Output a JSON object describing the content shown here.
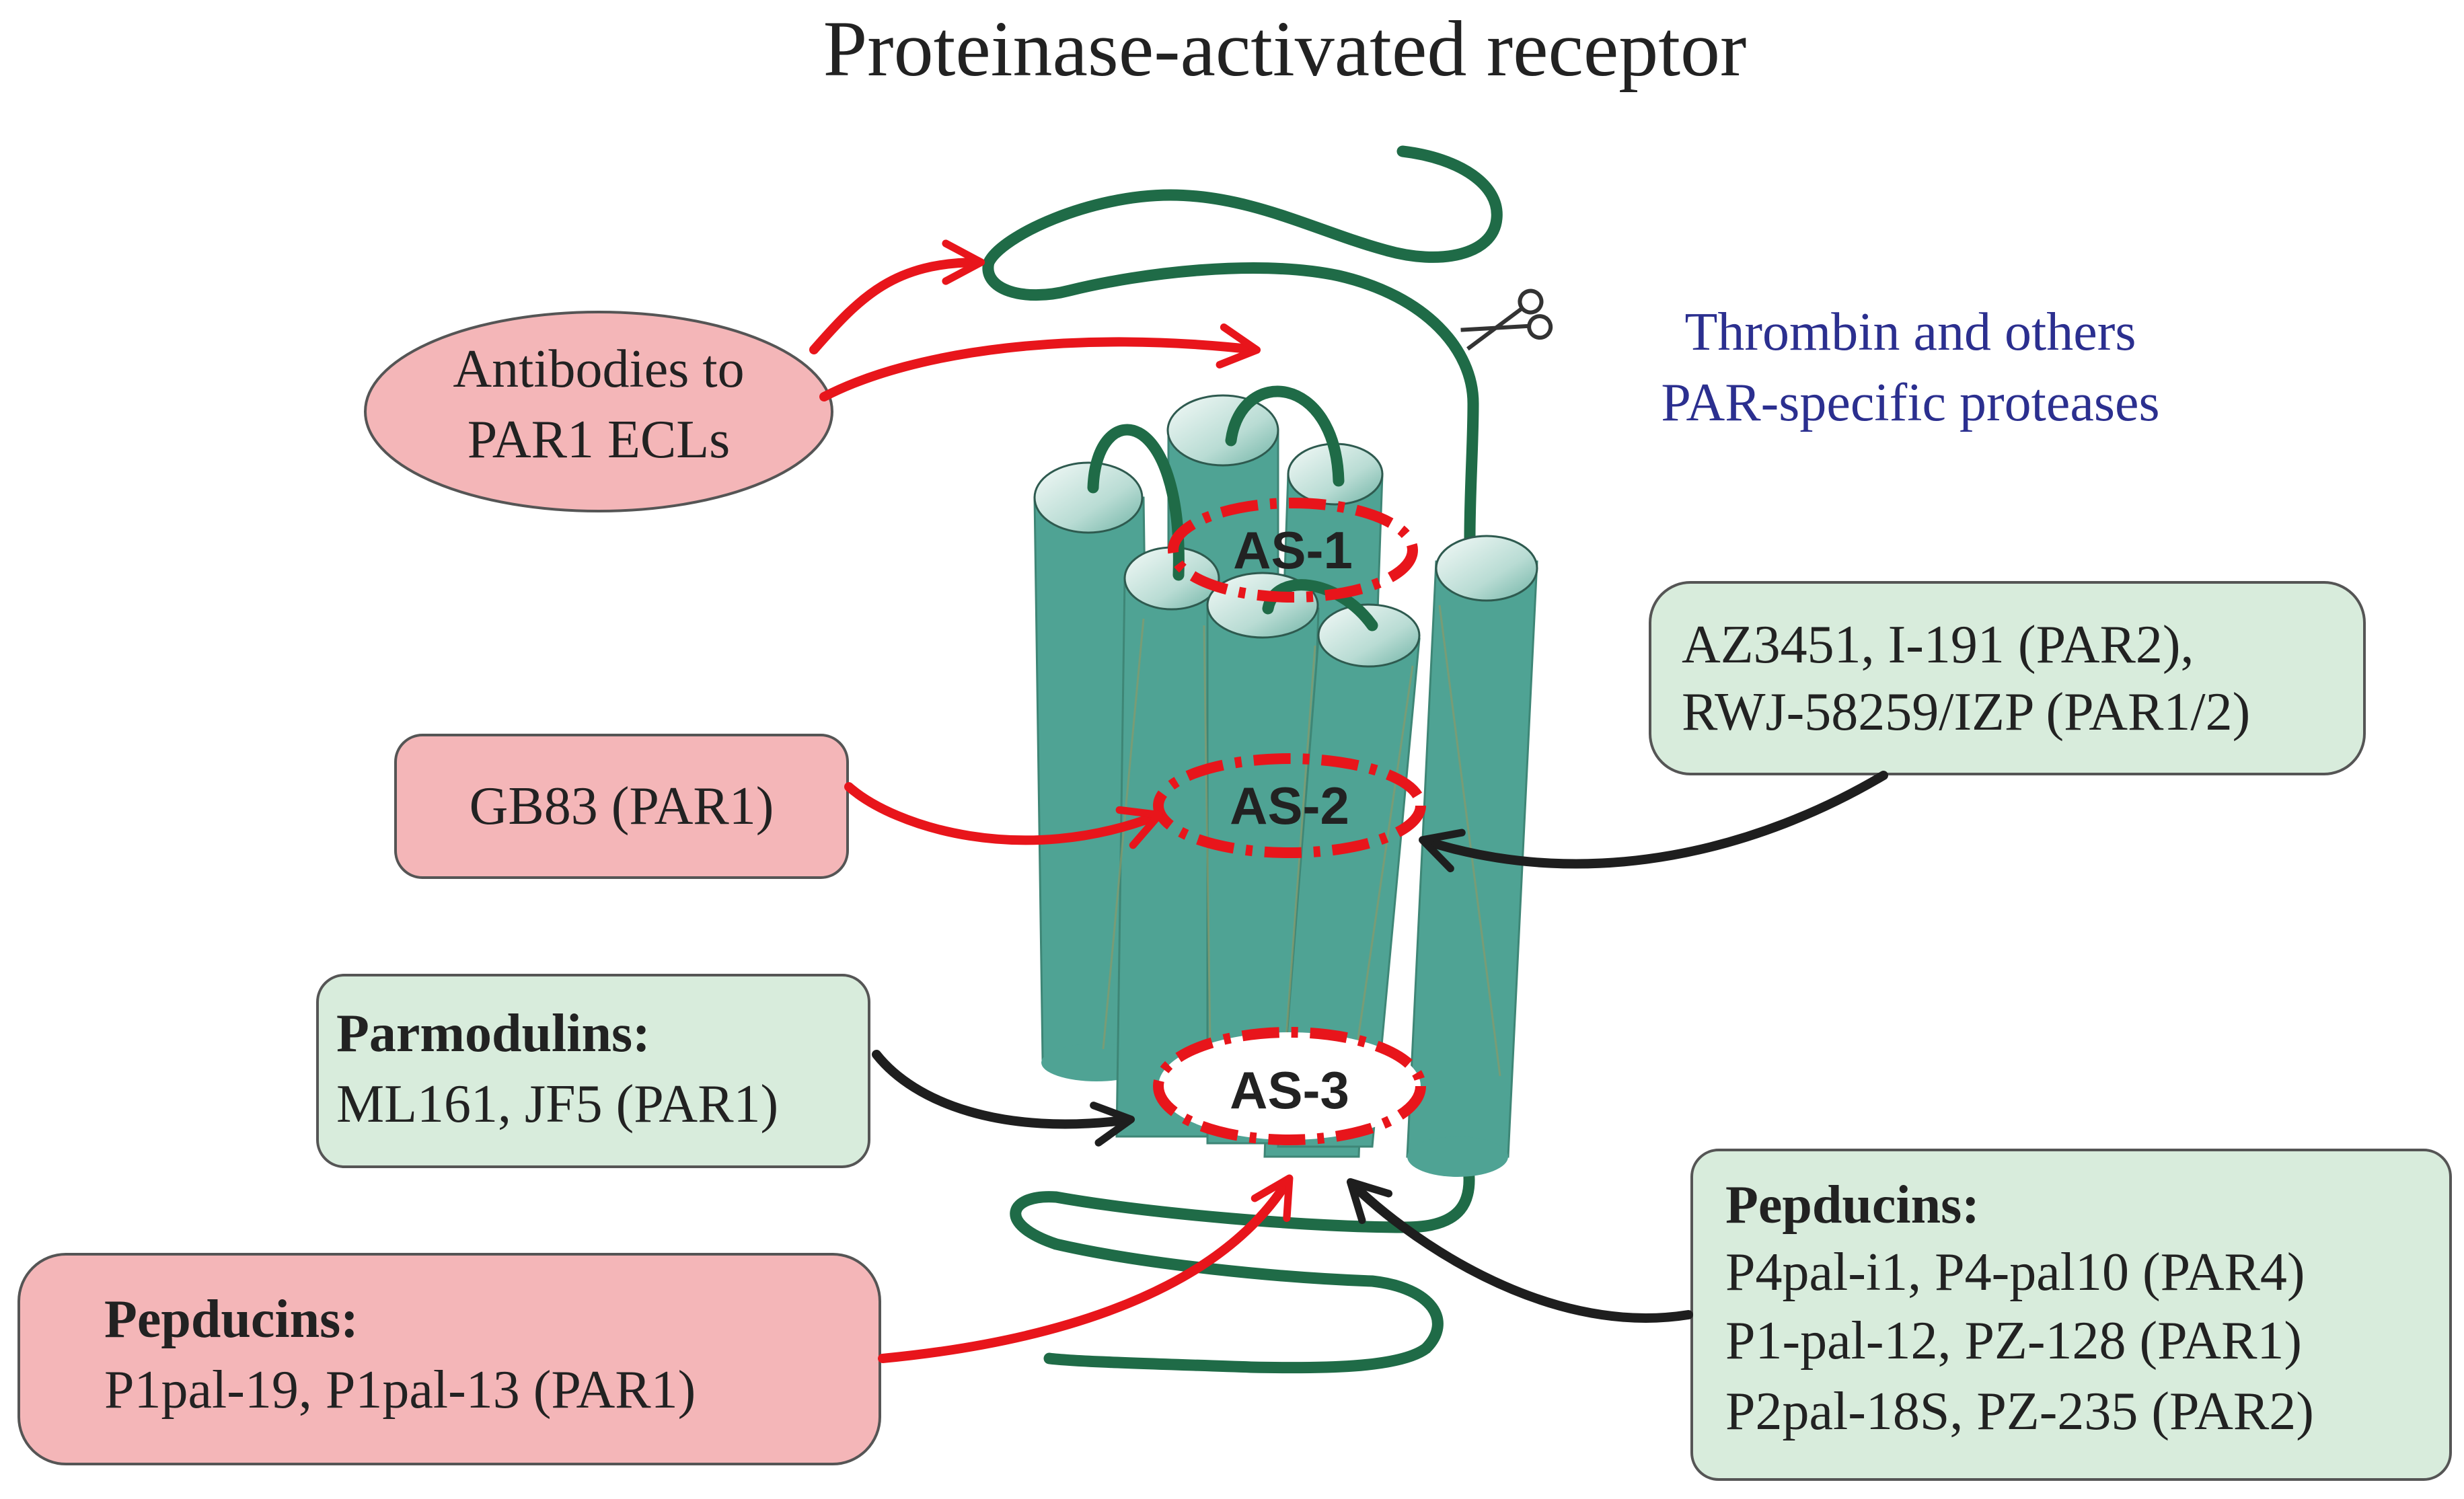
{
  "title": "Proteinase-activated receptor",
  "colors": {
    "pink_box": "#f4b6b8",
    "green_box": "#d8ecdc",
    "helix": "#4fa394",
    "helix_top": "#cfe6e0",
    "loop": "#1f6b47",
    "red_arrow": "#e8151b",
    "black_arrow": "#1e1e1e",
    "protease_text": "#2b2f8f"
  },
  "sites": {
    "as1": "AS-1",
    "as2": "AS-2",
    "as3": "AS-3"
  },
  "protease": {
    "line1": "Thrombin and others",
    "line2": "PAR-specific proteases",
    "icon": "scissors-icon"
  },
  "boxes": {
    "antibodies": {
      "line1": "Antibodies to",
      "line2": "PAR1 ECLs"
    },
    "gb83": {
      "line1": "GB83 (PAR1)"
    },
    "az3451": {
      "line1": "AZ3451, I-191 (PAR2),",
      "line2": "RWJ-58259/IZP (PAR1/2)"
    },
    "parmodulins": {
      "heading": "Parmodulins:",
      "line1": "ML161, JF5 (PAR1)"
    },
    "pepducins_left": {
      "heading": "Pepducins:",
      "line1": "P1pal-19, P1pal-13 (PAR1)"
    },
    "pepducins_right": {
      "heading": "Pepducins:",
      "line1": "P4pal-i1, P4-pal10 (PAR4)",
      "line2": "P1-pal-12, PZ-128 (PAR1)",
      "line3": "P2pal-18S, PZ-235 (PAR2)"
    }
  }
}
